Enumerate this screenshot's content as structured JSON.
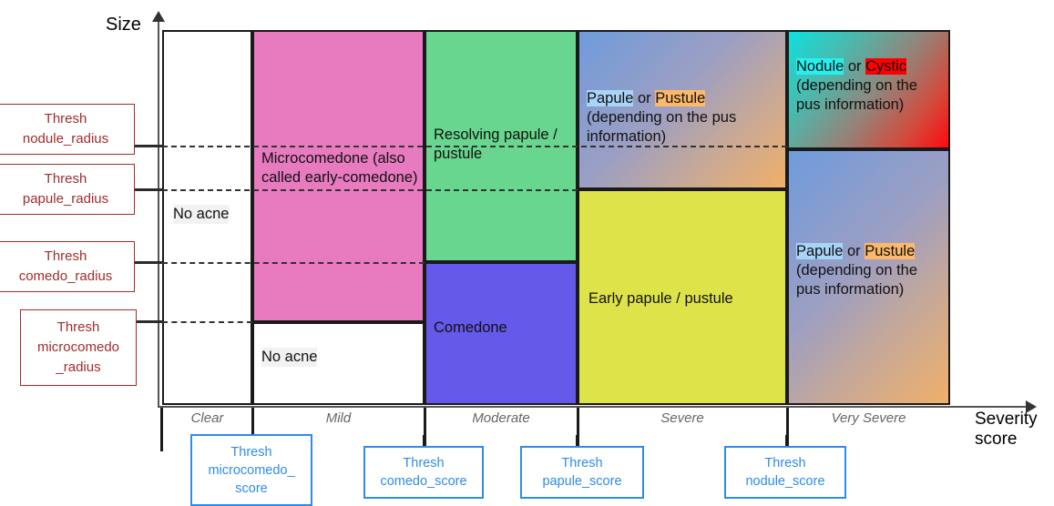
{
  "axes": {
    "y_title": "Size",
    "x_title": "Severity\nscore",
    "x_title_line1": "Severity",
    "x_title_line2": "score"
  },
  "x_categories": [
    {
      "label": "Clear"
    },
    {
      "label": "Mild"
    },
    {
      "label": "Moderate"
    },
    {
      "label": "Severe"
    },
    {
      "label": "Very Severe"
    }
  ],
  "left_thresholds": [
    {
      "line1": "Thresh",
      "line2": "nodule_radius"
    },
    {
      "line1": "Thresh",
      "line2": "papule_radius"
    },
    {
      "line1": "Thresh",
      "line2": "comedo_radius"
    },
    {
      "line1": "Thresh",
      "line2": "microcomedo",
      "line3": "_radius"
    }
  ],
  "bottom_thresholds": [
    {
      "line1": "Thresh",
      "line2": "microcomedo_",
      "line3": "score"
    },
    {
      "line1": "Thresh",
      "line2": "comedo_score"
    },
    {
      "line1": "Thresh",
      "line2": "papule_score"
    },
    {
      "line1": "Thresh",
      "line2": "nodule_score"
    }
  ],
  "cells": {
    "clear_no_acne": "No acne",
    "mild_micro": "Microcomedone (also called early-comedone)",
    "mild_no_acne": "No acne",
    "moderate_resolving": "Resolving papule / pustule",
    "moderate_comedone": "Comedone",
    "severe_papule_pustule": {
      "word1": "Papule",
      "conj": " or ",
      "word2": "Pustule",
      "note_line1": "(depending on the pus",
      "note_line2": "information)"
    },
    "severe_early": "Early papule / pustule",
    "vsevere_nodule_cystic": {
      "word1": "Nodule",
      "conj": " or ",
      "word2": "Cystic",
      "note_line1": "(depending on the",
      "note_line2": "pus information)"
    },
    "vsevere_papule_pustule": {
      "word1": "Papule",
      "conj": " or ",
      "word2": "Pustule",
      "note_line1": "(depending on the",
      "note_line2": "pus information)"
    }
  },
  "colors": {
    "pink": "#e87bc0",
    "green": "#68d68e",
    "purple": "#6459e8",
    "yellow": "#dfe34a",
    "threshold_red": "#a32b2b",
    "threshold_blue": "#2e8bea",
    "highlight_blue": "#a8d4f7",
    "highlight_orange": "#fcb96b",
    "highlight_cyan": "#25f0ef",
    "highlight_red": "#fe0000"
  }
}
